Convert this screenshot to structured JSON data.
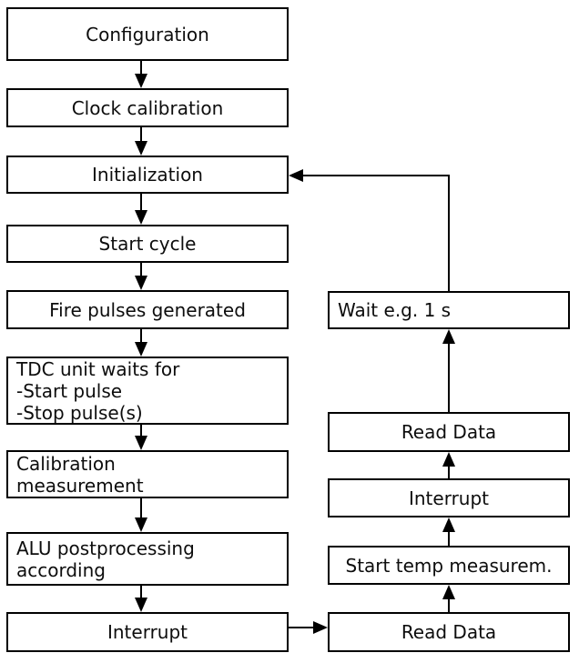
{
  "colors": {
    "background": "#ffffff",
    "box_fill": "#ffffff",
    "line": "#000000",
    "text": "#0d0d0d"
  },
  "nodes": [
    {
      "id": "configuration",
      "label": "Configuration"
    },
    {
      "id": "clock-calibration",
      "label": "Clock calibration"
    },
    {
      "id": "initialization",
      "label": "Initialization"
    },
    {
      "id": "start-cycle",
      "label": "Start cycle"
    },
    {
      "id": "fire-pulses-generated",
      "label": "Fire pulses generated"
    },
    {
      "id": "tdc-unit-waits",
      "label": "TDC unit waits for\n-Start pulse\n-Stop pulse(s)"
    },
    {
      "id": "calibration-measurement",
      "label": "Calibration\nmeasurement"
    },
    {
      "id": "alu-postprocessing",
      "label": "ALU postprocessing\naccording"
    },
    {
      "id": "interrupt-left",
      "label": "Interrupt"
    },
    {
      "id": "wait",
      "label": "Wait e.g. 1 s"
    },
    {
      "id": "read-data-top",
      "label": "Read Data"
    },
    {
      "id": "interrupt-right",
      "label": "Interrupt"
    },
    {
      "id": "start-temp-measurement",
      "label": "Start temp measurem."
    },
    {
      "id": "read-data-bottom",
      "label": "Read Data"
    }
  ],
  "connections": [
    {
      "from": "configuration",
      "to": "clock-calibration"
    },
    {
      "from": "clock-calibration",
      "to": "initialization"
    },
    {
      "from": "initialization",
      "to": "start-cycle"
    },
    {
      "from": "start-cycle",
      "to": "fire-pulses-generated"
    },
    {
      "from": "fire-pulses-generated",
      "to": "tdc-unit-waits"
    },
    {
      "from": "tdc-unit-waits",
      "to": "calibration-measurement"
    },
    {
      "from": "calibration-measurement",
      "to": "alu-postprocessing"
    },
    {
      "from": "alu-postprocessing",
      "to": "interrupt-left"
    },
    {
      "from": "interrupt-left",
      "to": "read-data-bottom"
    },
    {
      "from": "read-data-bottom",
      "to": "start-temp-measurement"
    },
    {
      "from": "start-temp-measurement",
      "to": "interrupt-right"
    },
    {
      "from": "interrupt-right",
      "to": "read-data-top"
    },
    {
      "from": "read-data-top",
      "to": "wait"
    },
    {
      "from": "wait",
      "to": "initialization"
    }
  ]
}
